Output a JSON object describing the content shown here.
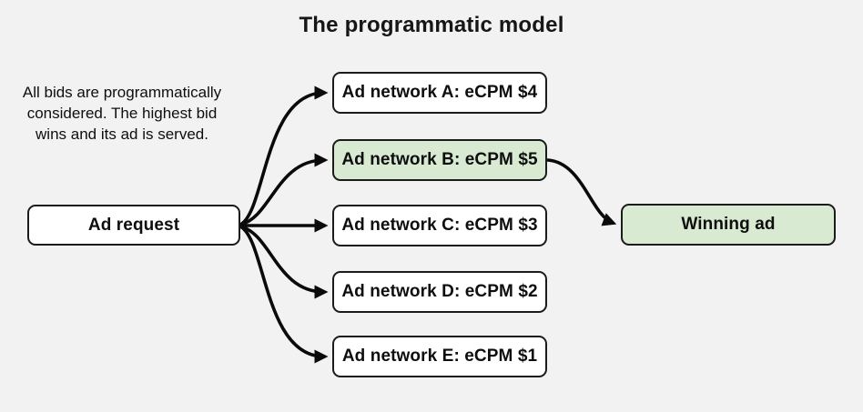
{
  "title": "The programmatic model",
  "description": {
    "lines": [
      "All bids are programmatically",
      "considered. The highest bid",
      "wins and its ad is served."
    ]
  },
  "nodes": {
    "ad_request": {
      "label": "Ad request"
    },
    "networks": [
      {
        "id": "A",
        "label": "Ad network A: eCPM $4",
        "highlighted": false
      },
      {
        "id": "B",
        "label": "Ad network B: eCPM $5",
        "highlighted": true
      },
      {
        "id": "C",
        "label": "Ad network C: eCPM $3",
        "highlighted": false
      },
      {
        "id": "D",
        "label": "Ad network D: eCPM $2",
        "highlighted": false
      },
      {
        "id": "E",
        "label": "Ad network E: eCPM $1",
        "highlighted": false
      }
    ],
    "winning_ad": {
      "label": "Winning ad"
    }
  },
  "edges": [
    {
      "from": "Ad request",
      "to": "Ad network A: eCPM $4"
    },
    {
      "from": "Ad request",
      "to": "Ad network B: eCPM $5"
    },
    {
      "from": "Ad request",
      "to": "Ad network C: eCPM $3"
    },
    {
      "from": "Ad request",
      "to": "Ad network D: eCPM $2"
    },
    {
      "from": "Ad request",
      "to": "Ad network E: eCPM $1"
    },
    {
      "from": "Ad network B: eCPM $5",
      "to": "Winning ad"
    }
  ],
  "colors": {
    "background": "#f2f2f2",
    "box_fill": "#ffffff",
    "highlight_fill": "#d9ead3",
    "box_border": "#1b1b1b",
    "arrow": "#0a0a0a",
    "text": "#0e0e0e"
  }
}
